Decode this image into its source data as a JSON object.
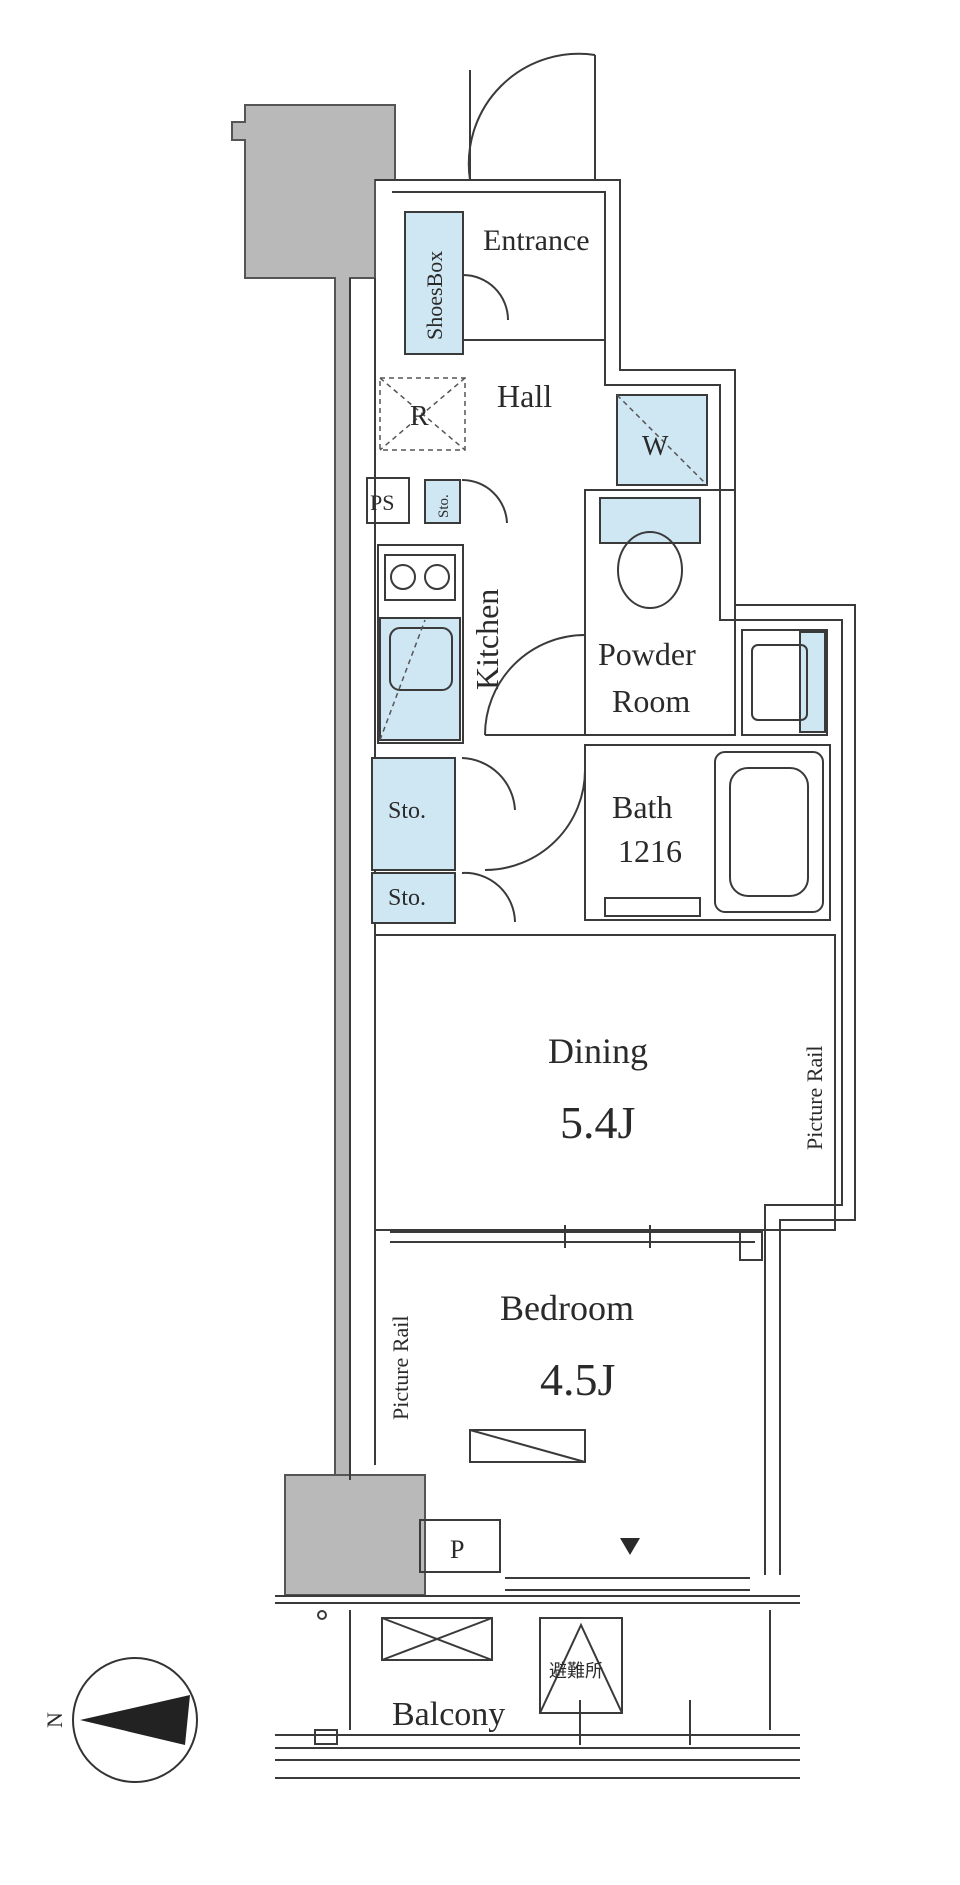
{
  "rooms": {
    "entrance": "Entrance",
    "shoes_box": "ShoesBox",
    "hall": "Hall",
    "refrigerator": "R",
    "washer": "W",
    "pipe_space": "PS",
    "storage_small": "Sto.",
    "kitchen": "Kitchen",
    "powder_room_line1": "Powder",
    "powder_room_line2": "Room",
    "storage_1": "Sto.",
    "storage_2": "Sto.",
    "bath_label": "Bath",
    "bath_size": "1216",
    "dining_label": "Dining",
    "dining_size": "5.4J",
    "picture_rail_dining": "Picture Rail",
    "bedroom_label": "Bedroom",
    "bedroom_size": "4.5J",
    "picture_rail_bedroom": "Picture Rail",
    "pipe_p": "P",
    "balcony": "Balcony",
    "evacuation_hatch": "避難所"
  },
  "compass": {
    "north_label": "N"
  },
  "colors": {
    "fixture_blue": "#cfe7f3",
    "wall_gray": "#c8c8c8",
    "column_gray": "#b9b9b9"
  }
}
